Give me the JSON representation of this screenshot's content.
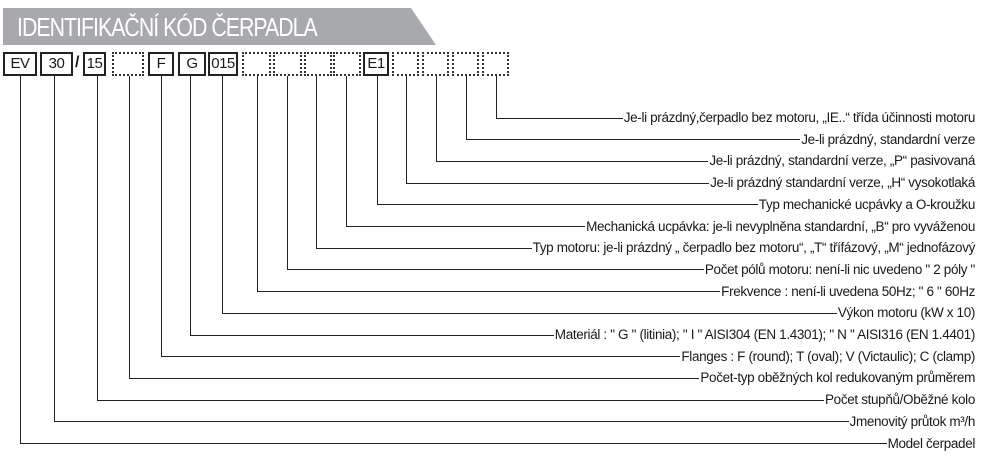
{
  "header": {
    "title": "IDENTIFIKAČNÍ KÓD ČERPADLA"
  },
  "colors": {
    "banner": "#a7a9ac",
    "ink": "#1a1a1a"
  },
  "code": {
    "separator": "/",
    "boxes": [
      {
        "value": "EV",
        "filled": true
      },
      {
        "value": "30",
        "filled": true
      },
      {
        "value": "15",
        "filled": true
      },
      {
        "value": "",
        "filled": false
      },
      {
        "value": "F",
        "filled": true
      },
      {
        "value": "G",
        "filled": true
      },
      {
        "value": "015",
        "filled": true
      },
      {
        "value": "",
        "filled": false
      },
      {
        "value": "",
        "filled": false
      },
      {
        "value": "",
        "filled": false
      },
      {
        "value": "",
        "filled": false
      },
      {
        "value": "E1",
        "filled": true
      },
      {
        "value": "",
        "filled": false
      },
      {
        "value": "",
        "filled": false
      },
      {
        "value": "",
        "filled": false
      },
      {
        "value": "",
        "filled": false
      }
    ]
  },
  "descriptions": [
    "Je-li prázdný,čerpadlo bez motoru, „IE..“ třída účinnosti motoru",
    "Je-li prázdný, standardní verze",
    "Je-li prázdný, standardní verze, „P“ pasivovaná",
    "Je-li prázdný standardní verze, „H“ vysokotlaká",
    "Typ mechanické ucpávky a O-kroužku",
    "Mechanická ucpávka: je-li nevyplněna standardní, „B“ pro vyváženou",
    "Typ motoru: je-li prázdný „ čerpadlo bez motoru“, „T“ třífázový, „M“ jednofázový",
    "Počet pólů motoru: není-li nic uvedeno \" 2 póly \"",
    "Frekvence : není-li uvedena 50Hz; \" 6 \" 60Hz",
    "Výkon motoru (kW x 10)",
    "Materiál : \" G \" (litinia); \" I \" AISI304 (EN 1.4301); \" N \" AISI316 (EN 1.4401)",
    "Flanges : F (round); T (oval); V (Victaulic); C (clamp)",
    "Počet-typ oběžných kol redukovaným průměrem",
    "Počet stupňů/Oběžné kolo",
    "Jmenovitý průtok m³/h",
    "Model čerpadel"
  ]
}
